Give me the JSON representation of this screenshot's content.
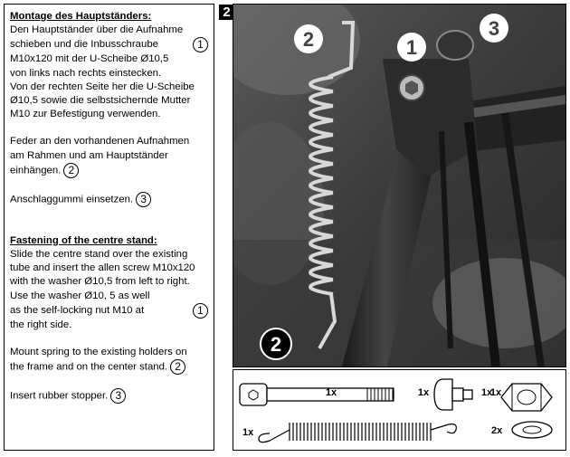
{
  "figure_number": "2",
  "german": {
    "heading": "Montage des Hauptständers:",
    "p1": [
      "Den Hauptständer über die Aufnahme",
      "schieben und die Inbusschraube",
      "M10x120 mit der U-Scheibe Ø10,5",
      "von links nach rechts einstecken.",
      "Von der rechten Seite her die U-Scheibe",
      "Ø10,5 sowie die selbstsichernde Mutter",
      "M10 zur Befestigung verwenden."
    ],
    "p2": [
      "Feder an den vorhandenen Aufnahmen",
      "am Rahmen und am Hauptständer",
      "einhängen."
    ],
    "p3": "Anschlaggummi einsetzen."
  },
  "english": {
    "heading": "Fastening of the centre stand:",
    "p1": [
      "Slide the centre stand over the existing",
      "tube and insert the allen screw M10x120",
      "with the washer Ø10,5 from left to right.",
      "Use the washer Ø10, 5 as well",
      "as the self-locking nut M10 at",
      "the right side."
    ],
    "p2": [
      "Mount spring to the existing holders on",
      "the frame and on the center stand."
    ],
    "p3": "Insert rubber stopper."
  },
  "callouts": {
    "one": "1",
    "two": "2",
    "three": "3"
  },
  "parts": {
    "screw_qty": "1x",
    "screw_len_qty": "1x",
    "stopper_qty": "1x",
    "nut_qty": "1x",
    "spring_qty": "1x",
    "washer_qty": "2x"
  }
}
